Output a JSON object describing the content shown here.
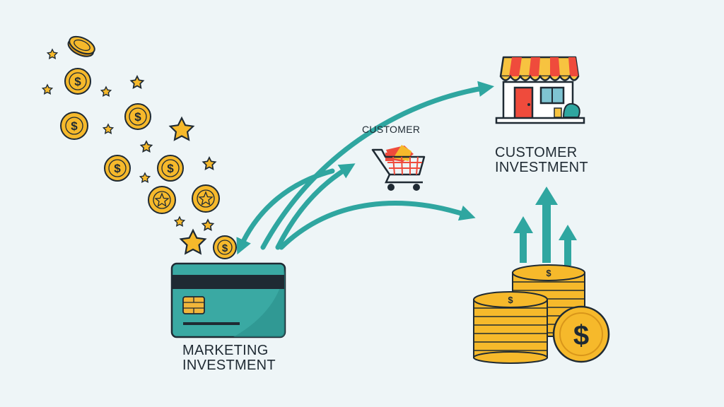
{
  "labels": {
    "customer": "CUSTOMER",
    "customer_investment": [
      "CUSTOMER",
      "INVESTMENT"
    ],
    "marketing_investment": [
      "MARKETING",
      "INVESTMENT"
    ]
  },
  "coin_symbol": "$",
  "colors": {
    "background": "#eef5f7",
    "teal": "#2fa6a0",
    "card": "#3aa9a3",
    "gold": "#f6b92b",
    "gold_dark": "#d9961a",
    "outline": "#1f2a33",
    "awning_red": "#ef4b3c",
    "awning_yellow": "#f7c340",
    "chip": "#f2b63a"
  },
  "icons": [
    "coin-icon",
    "star-icon",
    "credit-card-icon",
    "shopping-cart-icon",
    "storefront-icon",
    "coin-stack-icon",
    "arrow-icon"
  ]
}
